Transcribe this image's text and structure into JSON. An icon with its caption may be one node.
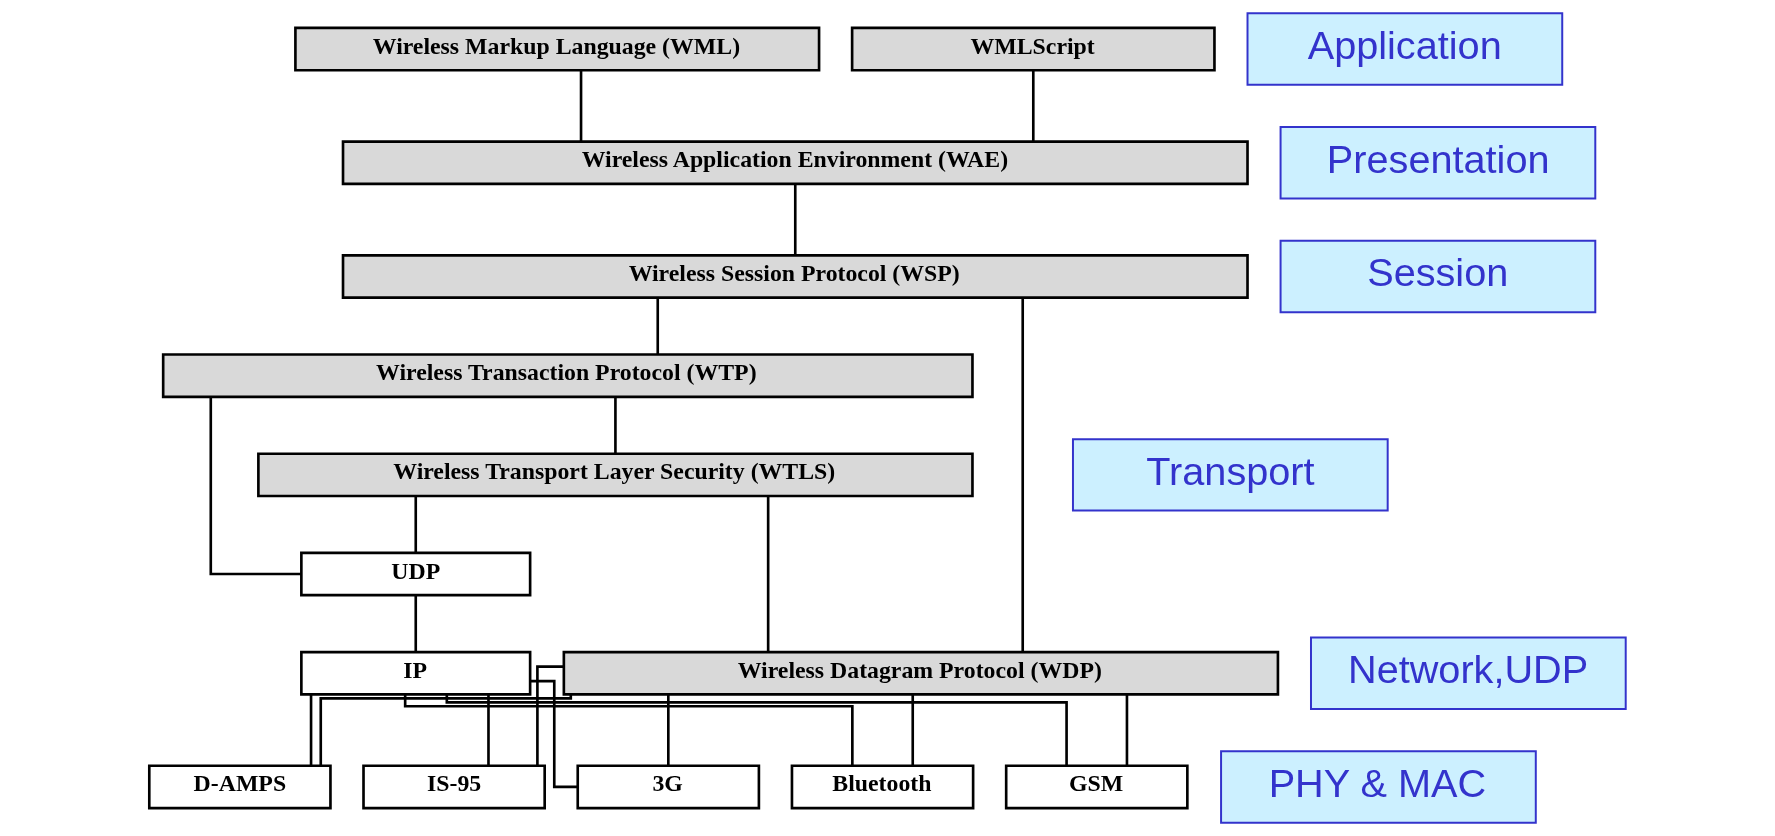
{
  "diagram": {
    "nodes": [
      {
        "text": [
          "Wireless Markup Language (WML)"
        ]
      },
      {
        "text": [
          "WMLScript"
        ]
      },
      {
        "text": [
          "Wireless Application Environment (WAE)"
        ]
      },
      {
        "text": [
          "Wireless Session Protocol (WSP)"
        ]
      },
      {
        "text": [
          "Wireless Transaction Protocol (WTP)"
        ]
      },
      {
        "text": [
          "Wireless Transport Layer Security (WTLS)"
        ]
      },
      {
        "text": [
          "UDP"
        ]
      },
      {
        "text": [
          "IP"
        ]
      },
      {
        "text": [
          "Wireless Datagram Protocol (WDP)"
        ]
      },
      {
        "text": [
          "GSM"
        ]
      },
      {
        "text": [
          "D-AMPS"
        ]
      },
      {
        "text": [
          "IS-95"
        ]
      },
      {
        "text": [
          "3G"
        ]
      },
      {
        "text": [
          "Bluetooth"
        ]
      },
      {
        "text": [
          "Application"
        ]
      },
      {
        "text": [
          "Presentation"
        ]
      },
      {
        "text": [
          "Session"
        ]
      },
      {
        "text": [
          "Transport"
        ]
      },
      {
        "text": [
          "Network,UDP"
        ]
      },
      {
        "text": [
          "PHY & MAC"
        ]
      }
    ],
    "edges": [
      {
        "from": 0,
        "to": 2,
        "arrow": "none"
      },
      {
        "from": 1,
        "to": 2,
        "arrow": "none"
      },
      {
        "from": 2,
        "to": 3,
        "arrow": "none"
      },
      {
        "from": 3,
        "to": 4,
        "arrow": "none"
      },
      {
        "from": 3,
        "to": 8,
        "arrow": "none"
      },
      {
        "from": 4,
        "to": 5,
        "arrow": "none"
      },
      {
        "from": 4,
        "to": 6,
        "arrow": "none"
      },
      {
        "from": 5,
        "to": 6,
        "arrow": "none"
      },
      {
        "from": 5,
        "to": 8,
        "arrow": "none"
      },
      {
        "from": 6,
        "to": 7,
        "arrow": "none"
      },
      {
        "from": 7,
        "to": 9,
        "arrow": "none"
      },
      {
        "from": 7,
        "to": 10,
        "arrow": "none"
      },
      {
        "from": 7,
        "to": 11,
        "arrow": "none"
      },
      {
        "from": 7,
        "to": 12,
        "arrow": "none"
      },
      {
        "from": 7,
        "to": 13,
        "arrow": "none"
      },
      {
        "from": 8,
        "to": 9,
        "arrow": "none"
      },
      {
        "from": 8,
        "to": 10,
        "arrow": "none"
      },
      {
        "from": 8,
        "to": 11,
        "arrow": "none"
      },
      {
        "from": 8,
        "to": 12,
        "arrow": "none"
      },
      {
        "from": 8,
        "to": 13,
        "arrow": "none"
      }
    ]
  }
}
